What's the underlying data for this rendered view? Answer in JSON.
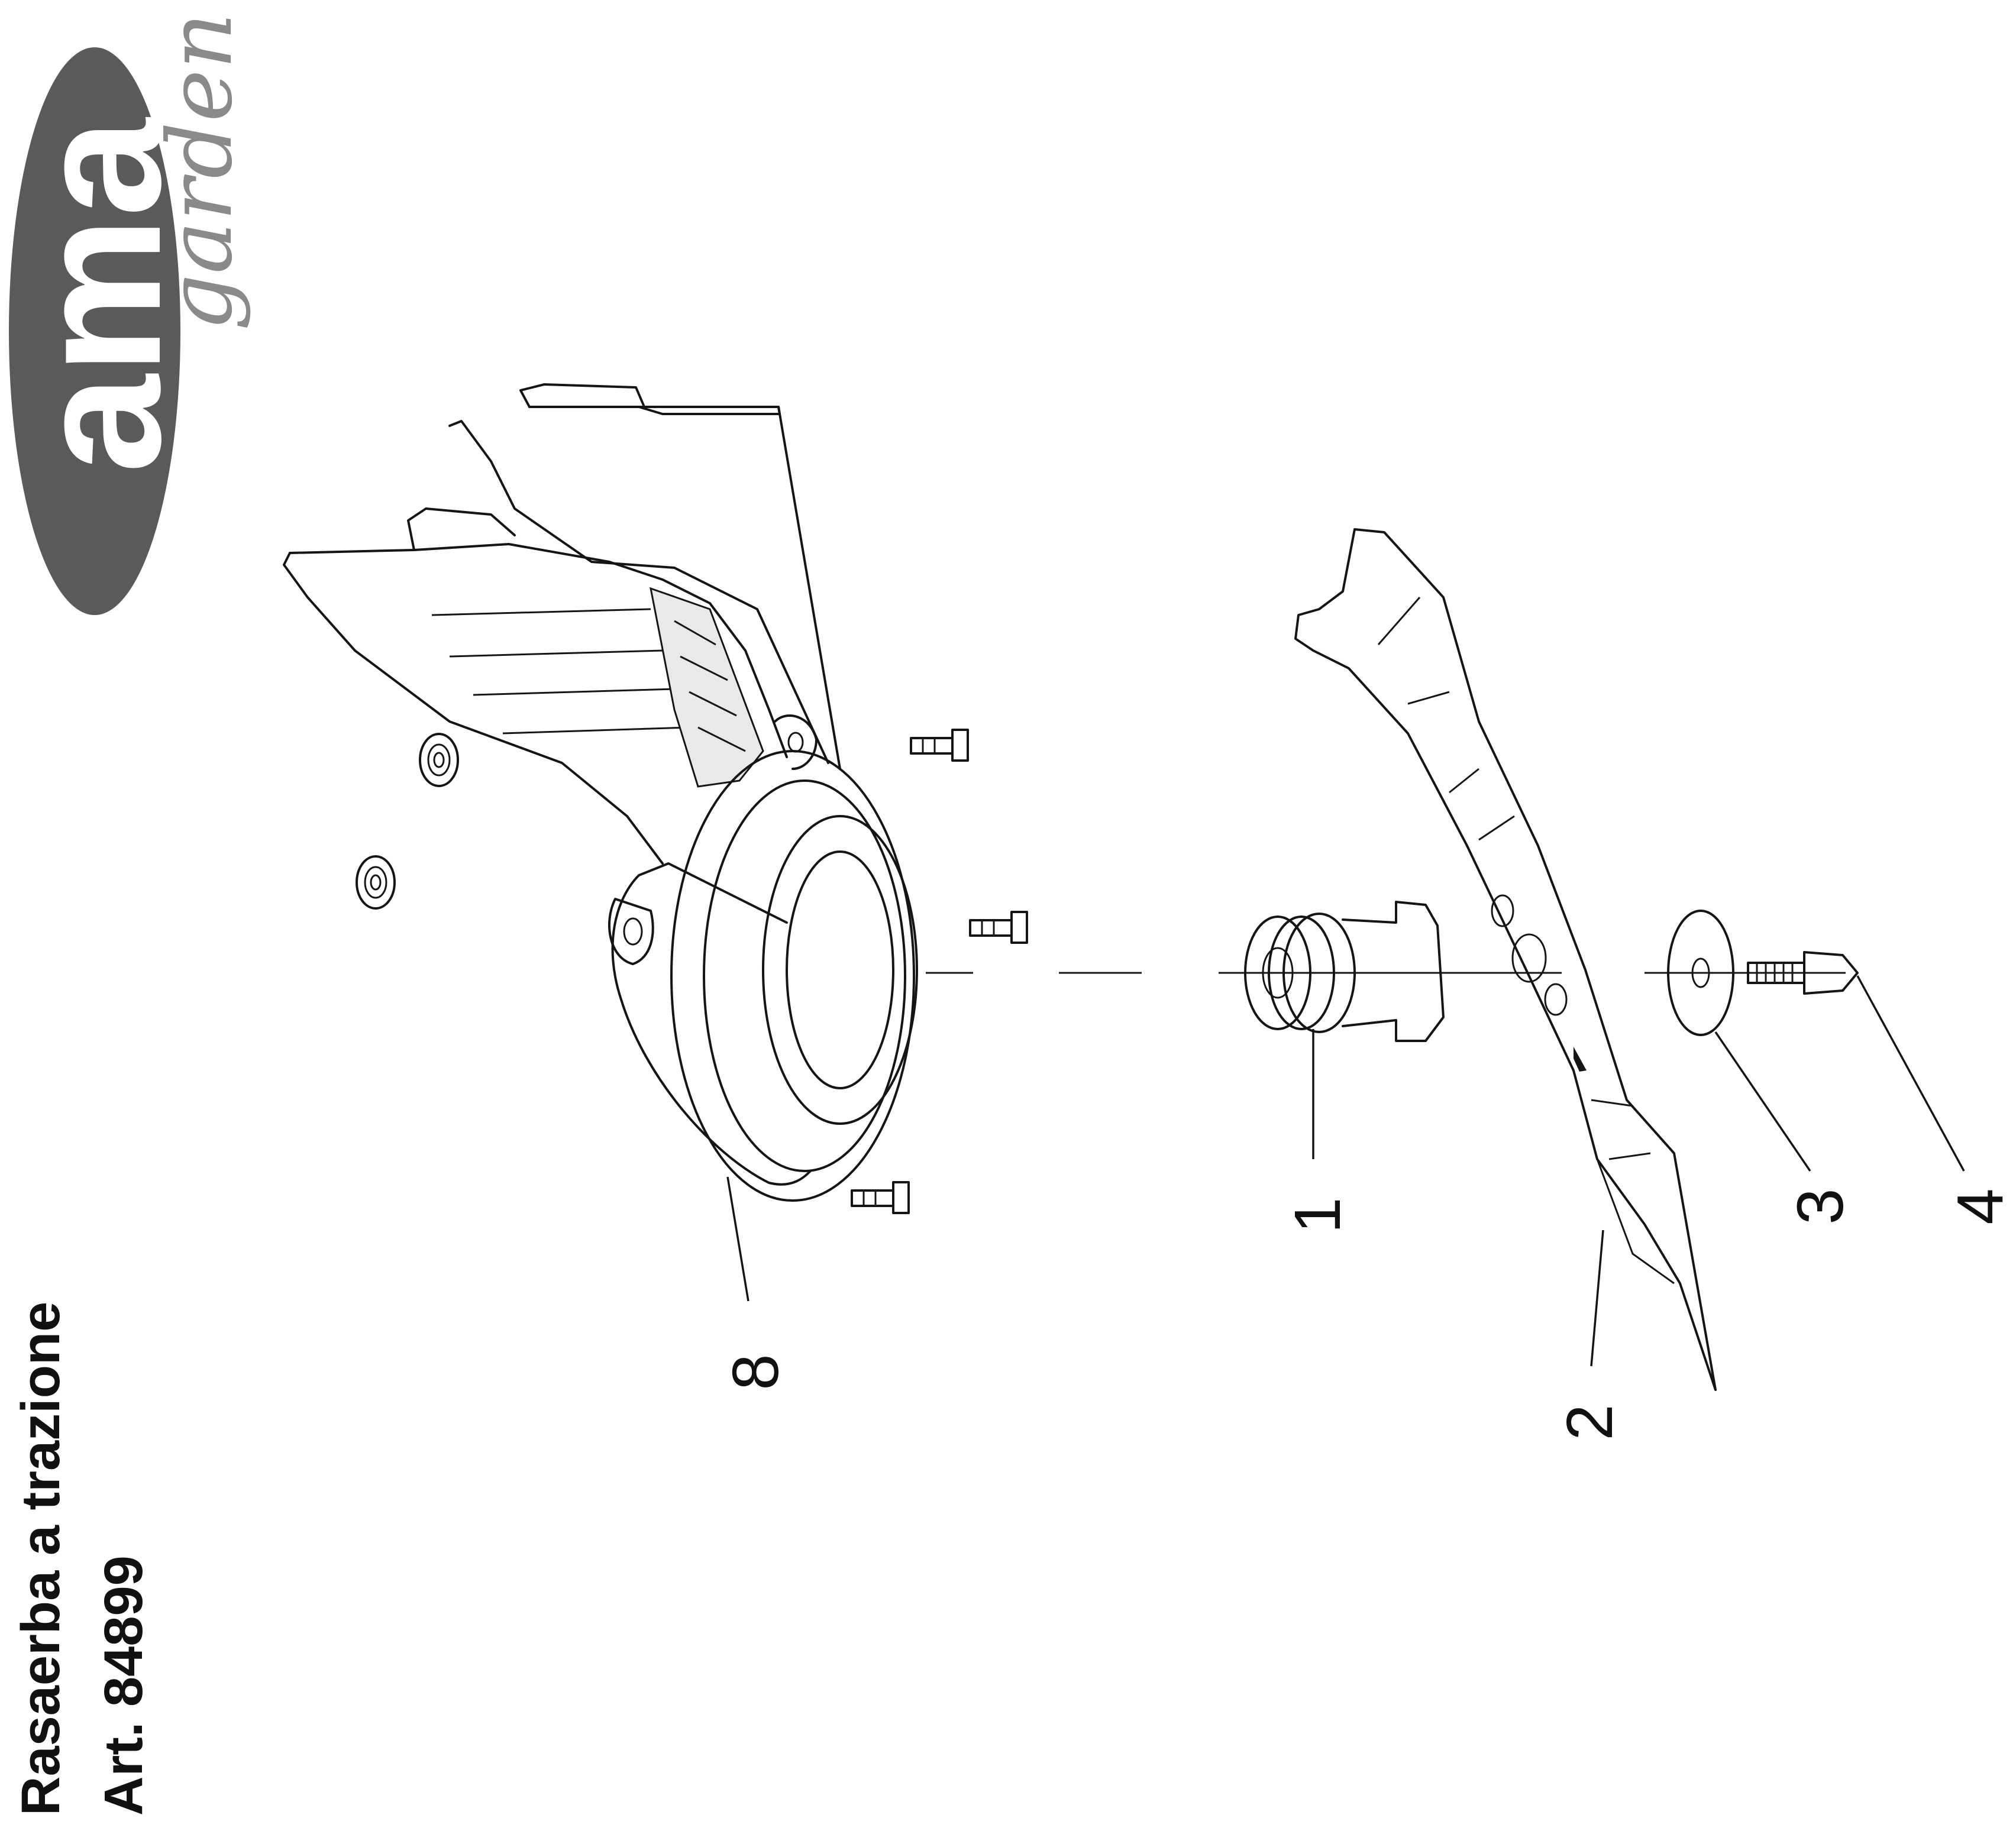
{
  "logo": {
    "brand_text": "ama",
    "sub_text": "garden",
    "ellipse_color": "#5a5a5a",
    "text_color": "#ffffff",
    "sub_text_color": "#8a8a8a"
  },
  "title": {
    "line1": "Rasaerba a trazione",
    "line2": "Art. 84899"
  },
  "callouts": [
    "1",
    "2",
    "3",
    "4",
    "8"
  ],
  "icons": {
    "blade": "blade-icon",
    "adapter": "blade-adapter-icon",
    "washer": "washer-icon",
    "bolt": "bolt-icon",
    "cover": "belt-cover-icon",
    "screw": "screw-icon",
    "nut": "nut-icon"
  }
}
